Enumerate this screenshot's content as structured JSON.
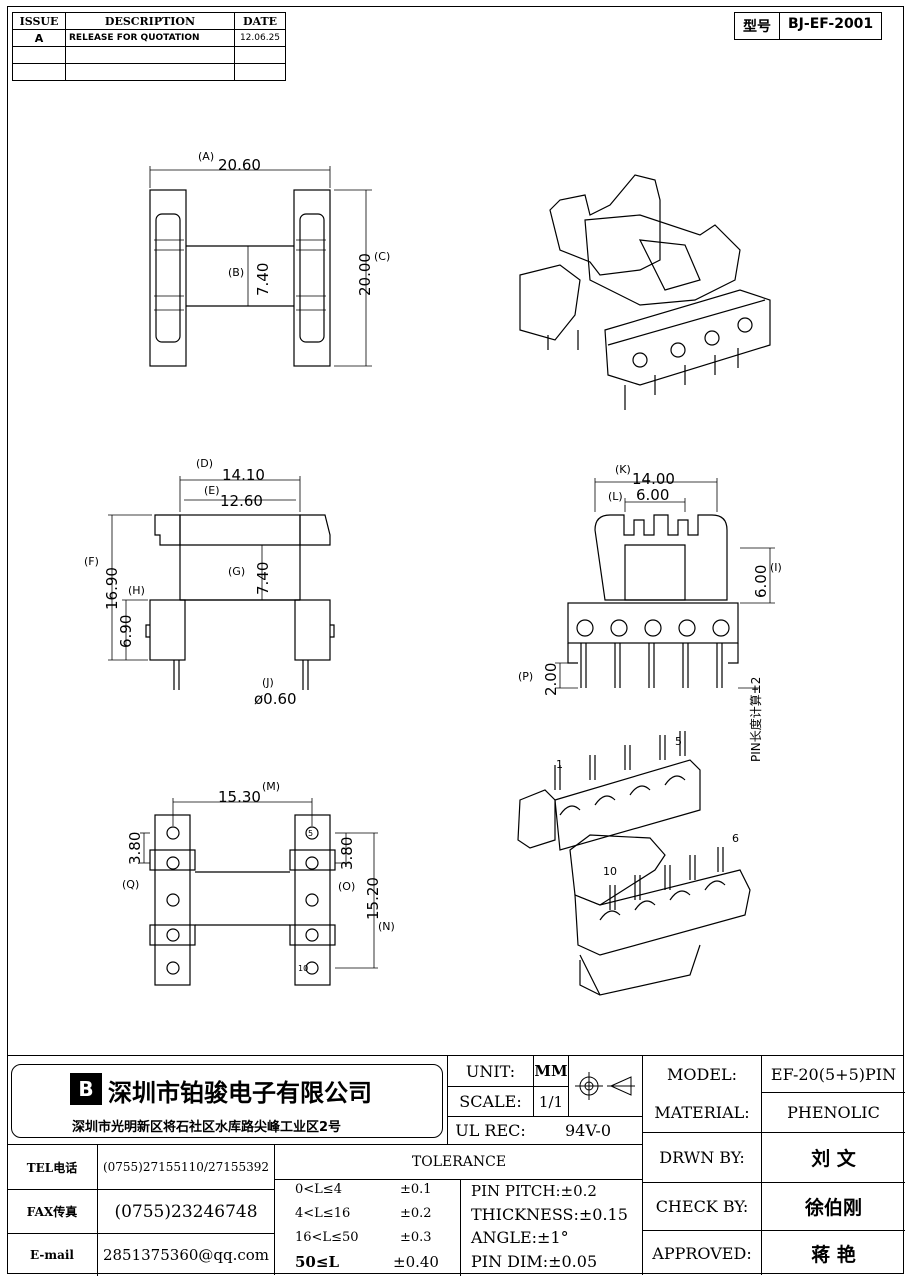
{
  "revision_table": {
    "headers": [
      "ISSUE",
      "DESCRIPTION",
      "DATE"
    ],
    "rows": [
      [
        "A",
        "RELEASE FOR QUOTATION",
        "12.06.25"
      ],
      [
        "",
        "",
        ""
      ],
      [
        "",
        "",
        ""
      ]
    ]
  },
  "part_number": {
    "label": "型号",
    "value": "BJ-EF-2001"
  },
  "top_view": {
    "a_label": "(A)",
    "a_value": "20.60",
    "b_label": "(B)",
    "b_value": "7.40",
    "c_label": "(C)",
    "c_value": "20.00"
  },
  "side_view": {
    "d_label": "(D)",
    "d_value": "14.10",
    "e_label": "(E)",
    "e_value": "12.60",
    "f_label": "(F)",
    "f_value": "16.90",
    "g_label": "(G)",
    "g_value": "7.40",
    "h_label": "(H)",
    "h_value": "6.90",
    "j_label": "(J)",
    "j_value": "ø0.60"
  },
  "front_view": {
    "k_label": "(K)",
    "k_value": "14.00",
    "l_label": "(L)",
    "l_value": "6.00",
    "i_label": "(I)",
    "i_value": "6.00",
    "p_label": "(P)",
    "p_value": "2.00",
    "pin_note": "PIN长度计算±2"
  },
  "bottom_view": {
    "m_label": "(M)",
    "m_value": "15.30",
    "q_label": "(Q)",
    "q_value": "3.80",
    "o_label": "(O)",
    "o_value": "3.80",
    "n_label": "(N)",
    "n_value": "15.20",
    "pin_a": "5",
    "pin_b": "10"
  },
  "iso_pins": {
    "p1": "1",
    "p5": "5",
    "p6": "6",
    "p10": "10"
  },
  "company": {
    "name": "深圳市铂骏电子有限公司",
    "address": "深圳市光明新区将石社区水库路尖峰工业区2号"
  },
  "contact": {
    "tel_label": "TEL电话",
    "tel": "(0755)27155110/27155392",
    "fax_label": "FAX传真",
    "fax": "(0755)23246748",
    "email_label": "E-mail",
    "email": "2851375360@qq.com"
  },
  "units": {
    "unit_label": "UNIT:",
    "unit": "MM",
    "scale_label": "SCALE:",
    "scale": "1/1",
    "ul_label": "UL REC:",
    "ul": "94V-0"
  },
  "tolerance": {
    "title": "TOLERANCE",
    "rows": [
      [
        "0<L≤4",
        "±0.1"
      ],
      [
        "4<L≤16",
        "±0.2"
      ],
      [
        "16<L≤50",
        "±0.3"
      ],
      [
        "50≤L",
        "±0.40"
      ]
    ],
    "pin_pitch": "PIN PITCH:±0.2",
    "thickness": "THICKNESS:±0.15",
    "angle": "ANGLE:±1°",
    "pin_dim": "PIN DIM:±0.05"
  },
  "spec": {
    "model_label": "MODEL:",
    "model": "EF-20(5+5)PIN",
    "material_label": "MATERIAL:",
    "material": "PHENOLIC",
    "drawn_label": "DRWN BY:",
    "drawn": "刘 文",
    "check_label": "CHECK BY:",
    "check": "徐伯刚",
    "approved_label": "APPROVED:",
    "approved": "蒋 艳"
  }
}
